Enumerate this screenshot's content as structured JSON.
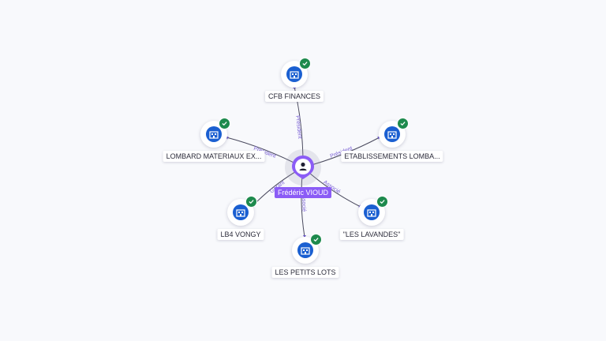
{
  "graph": {
    "person": {
      "name": "Frédéric VIOUD",
      "icon": "person-icon",
      "accent_color": "#8b5cf6"
    },
    "companies": [
      {
        "id": "cfb",
        "label": "CFB FINANCES",
        "icon": "building-icon",
        "verified": true,
        "relation": "Président"
      },
      {
        "id": "lombard-materiaux",
        "label": "LOMBARD MATERIAUX EX...",
        "icon": "building-icon",
        "verified": true,
        "relation": "Président"
      },
      {
        "id": "etablissements",
        "label": "ETABLISSEMENTS LOMBA...",
        "icon": "building-icon",
        "verified": true,
        "relation": "Président"
      },
      {
        "id": "lb4",
        "label": "LB4 VONGY",
        "icon": "building-icon",
        "verified": true,
        "relation": "Gérant"
      },
      {
        "id": "lavandes",
        "label": "\"LES LAVANDES\"",
        "icon": "building-icon",
        "verified": true,
        "relation": "Associé"
      },
      {
        "id": "petits-lots",
        "label": "LES PETITS LOTS",
        "icon": "building-icon",
        "verified": true,
        "relation": "Associé"
      }
    ],
    "colors": {
      "company_icon": "#1a5fd1",
      "verified_badge": "#1d8a4d",
      "edge_label": "#7b61d6"
    }
  }
}
